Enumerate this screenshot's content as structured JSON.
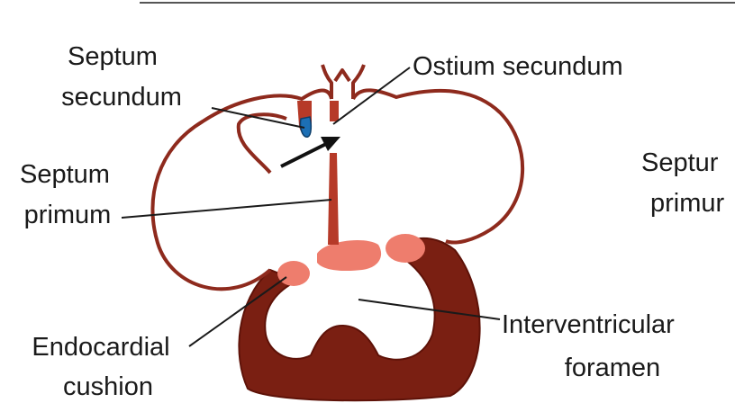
{
  "labels": {
    "septum_secundum": [
      "Septum",
      "secundum"
    ],
    "ostium_secundum": "Ostium secundum",
    "septum_primum": [
      "Septum",
      "primum"
    ],
    "septum_primum_right_cropped": [
      "Septur",
      "primur"
    ],
    "endocardial_cushion": [
      "Endocardial",
      "cushion"
    ],
    "interventricular_foramen": [
      "Interventricular",
      "foramen"
    ]
  },
  "colors": {
    "atrial_wall": "#8e2a1d",
    "ventricular_wall": "#7a1f12",
    "endocardial_cushion": "#ee7d6d",
    "septum_secundum": "#1c6fb5"
  }
}
